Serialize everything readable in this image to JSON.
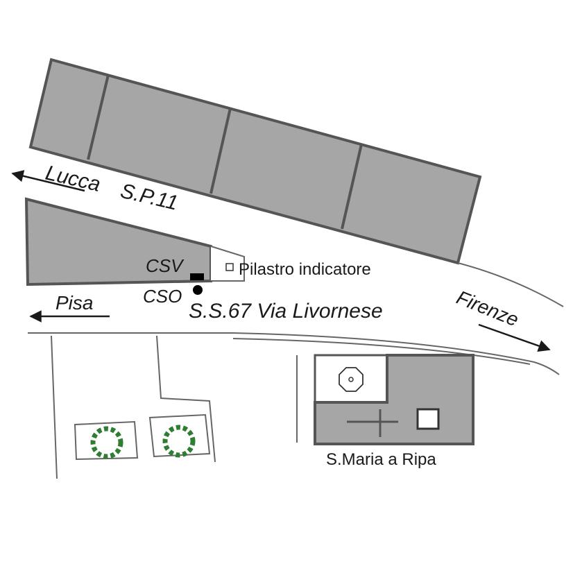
{
  "labels": {
    "lucca": "Lucca",
    "sp11": "S.P.11",
    "pisa": "Pisa",
    "csv": "CSV",
    "cso": "CSO",
    "pilastro": "Pilastro indicatore",
    "ss67": "S.S.67 Via Livornese",
    "firenze": "Firenze",
    "santa_maria": "S.Maria a Ripa"
  },
  "colors": {
    "block_fill": "#a6a6a6",
    "outline": "#555555",
    "text": "#1a1a1a"
  },
  "icons": {
    "tree": "tree-icon",
    "octagon": "octagon-marker-icon",
    "cross": "cross-icon",
    "arrow": "arrow-icon"
  }
}
